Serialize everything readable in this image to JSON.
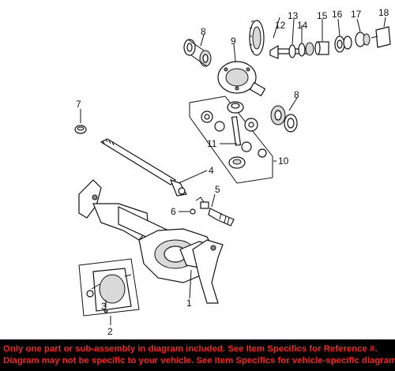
{
  "callouts": {
    "c1": "1",
    "c2": "2",
    "c3": "3",
    "c4": "4",
    "c5": "5",
    "c6": "6",
    "c7": "7",
    "c8a": "8",
    "c8b": "8",
    "c9": "9",
    "c10": "10",
    "c11": "11",
    "c12": "12",
    "c13": "13",
    "c14": "14",
    "c15": "15",
    "c16": "16",
    "c17": "17",
    "c18": "18"
  },
  "footer": {
    "line1": "Only one part or sub-assembly in diagram included. See Item Specifics for Reference #.",
    "line2": "Diagram may not be specific to your vehicle. See Item Specifics for vehicle-specific diagrams."
  },
  "colors": {
    "footer_bg": "#000000",
    "footer_text": "#ff2020"
  }
}
